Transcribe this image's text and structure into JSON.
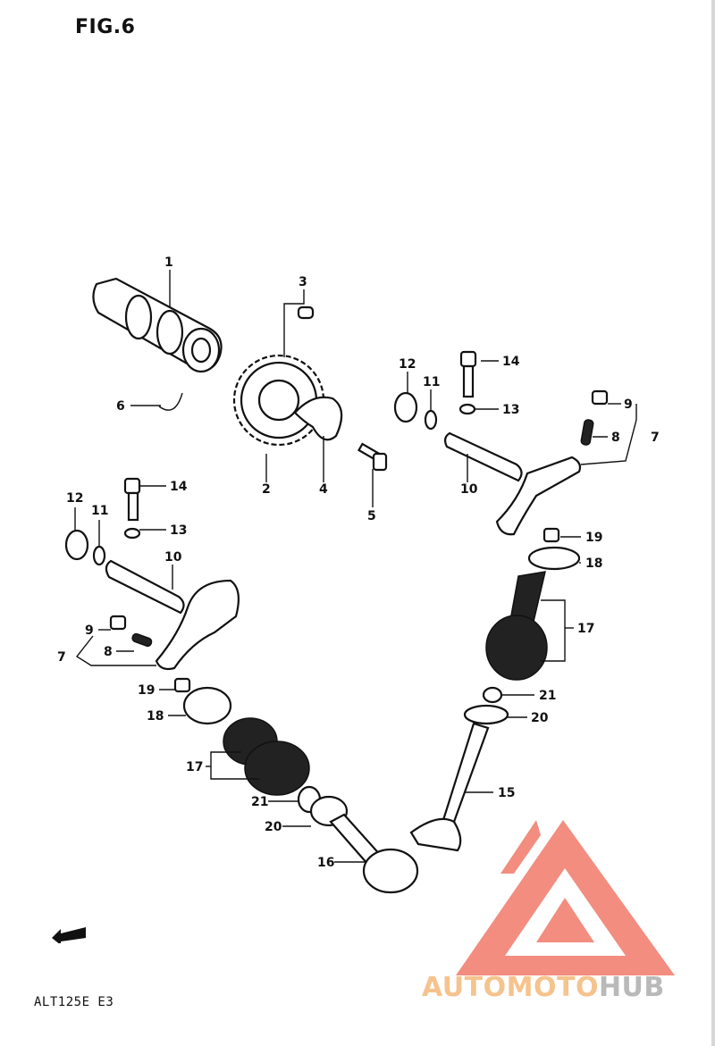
{
  "title": "FIG.6",
  "model": "ALT125E E3",
  "fwd_label": "FWD",
  "watermark": {
    "part1": "AUTOMOTO",
    "part2": "HUB",
    "color_primary": "#f07a6a",
    "color_secondary": "#b9b9b9"
  },
  "callouts": [
    {
      "id": "c1",
      "text": "1"
    },
    {
      "id": "c2",
      "text": "2"
    },
    {
      "id": "c3",
      "text": "3"
    },
    {
      "id": "c4",
      "text": "4"
    },
    {
      "id": "c5",
      "text": "5"
    },
    {
      "id": "c6",
      "text": "6"
    },
    {
      "id": "c7a",
      "text": "7"
    },
    {
      "id": "c8a",
      "text": "8"
    },
    {
      "id": "c9a",
      "text": "9"
    },
    {
      "id": "c10a",
      "text": "10"
    },
    {
      "id": "c11a",
      "text": "11"
    },
    {
      "id": "c12a",
      "text": "12"
    },
    {
      "id": "c13a",
      "text": "13"
    },
    {
      "id": "c14a",
      "text": "14"
    },
    {
      "id": "c19a",
      "text": "19"
    },
    {
      "id": "c18a",
      "text": "18"
    },
    {
      "id": "c17a",
      "text": "17"
    },
    {
      "id": "c21a",
      "text": "21"
    },
    {
      "id": "c20a",
      "text": "20"
    },
    {
      "id": "c15",
      "text": "15"
    },
    {
      "id": "c7b",
      "text": "7"
    },
    {
      "id": "c8b",
      "text": "8"
    },
    {
      "id": "c9b",
      "text": "9"
    },
    {
      "id": "c10b",
      "text": "10"
    },
    {
      "id": "c11b",
      "text": "11"
    },
    {
      "id": "c12b",
      "text": "12"
    },
    {
      "id": "c13b",
      "text": "13"
    },
    {
      "id": "c14b",
      "text": "14"
    },
    {
      "id": "c19b",
      "text": "19"
    },
    {
      "id": "c18b",
      "text": "18"
    },
    {
      "id": "c17b",
      "text": "17"
    },
    {
      "id": "c21b",
      "text": "21"
    },
    {
      "id": "c20b",
      "text": "20"
    },
    {
      "id": "c16",
      "text": "16"
    }
  ]
}
